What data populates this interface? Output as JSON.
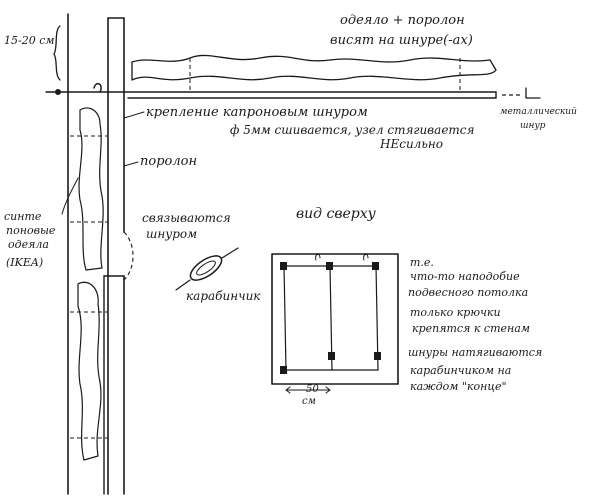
{
  "labels": {
    "blanket_foam_1": "одеяло + поролон",
    "blanket_foam_2": "висят на шнуре(-ах)",
    "gap": "15-20 см",
    "mount_1": "крепление капроновым шнуром",
    "mount_2": "ф 5мм сшивается, узел стягивается",
    "mount_3": "НЕсильно",
    "metal_cord_1": "металлический",
    "metal_cord_2": "шнур",
    "foam": "поролон",
    "synthetic_1": "синте",
    "synthetic_2": "поновые",
    "synthetic_3": "одеяла",
    "synthetic_4": "(IKEA)",
    "tied_1": "связываются",
    "tied_2": "шнуром",
    "top_view": "вид сверху",
    "carabiner": "карабинчик",
    "ie_1": "т.е.",
    "ie_2": "что-то наподобие",
    "ie_3": "подвесного потолка",
    "hooks_1": "только крючки",
    "hooks_2": "крепятся к стенам",
    "cords_1": "шнуры натягиваются",
    "cords_2": "карабинчиком на",
    "cords_3": "каждом \"конце\"",
    "spacing_1": "50",
    "spacing_2": "см"
  },
  "colors": {
    "ink": "#1a1a1a",
    "paper": "#ffffff"
  }
}
